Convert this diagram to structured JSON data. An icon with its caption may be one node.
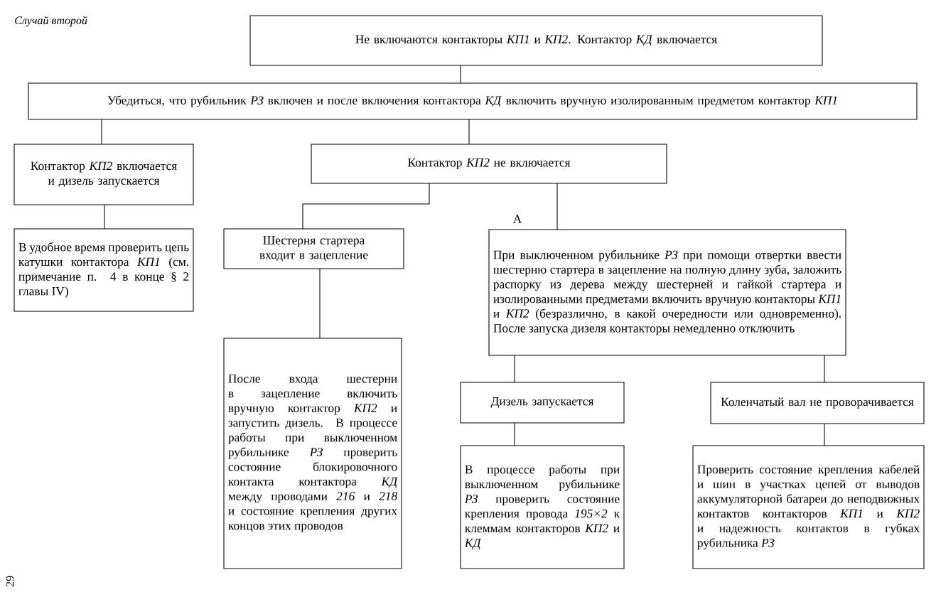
{
  "diagram": {
    "title": "Случай второй",
    "nodes": [
      {
        "text": [
          "Не включаются контакторы *КП1* и *КП2*. Контактор *КД* включается"
        ]
      },
      {
        "text": [
          "Убедиться, что рубильник *РЗ* включен и после включения контактора *КД* включить вручную изолированным предметом контактор *КП1*"
        ]
      },
      {
        "text": [
          "Контактор *КП2* включается и дизель запускается"
        ]
      },
      {
        "text": [
          "Контактор *КП2* не включается"
        ]
      },
      {
        "text": [
          "В удобное время проверить цепь катушки контактора *КП1* (см. примечание п. 4 в конце § 2 главы IV)"
        ]
      },
      {
        "text": [
          "Шестерня стартера входит в зацепление"
        ]
      },
      {
        "text": [
          "При выключенном рубильнике *РЗ* при помощи отвертки ввести шестерню стартера в зацепление на полную длину зуба, заложить распорку из дерева между шестерней и гайкой стартера и изолированными предметами включить вручную контакторы *КП1* и *КП2* (безразлично, в какой очередности или одновременно). После запуска дизеля контакторы немедленно отключить"
        ],
        "beside": [
          "А"
        ]
      },
      {
        "text": [
          "После входа шестерни в зацепление включить вручную контактор *КП2* и запустить дизель. В процессе работы при выключенном рубильнике *РЗ* проверить состояние блокировочного контакта контактора *КД* между проводами *216* и *218* и состояние крепления других концов этих проводов"
        ]
      },
      {
        "text": [
          "Дизель запускается"
        ]
      },
      {
        "text": [
          "Коленчатый вал не проворачивается"
        ]
      },
      {
        "text": [
          "В процессе работы при выключенном рубильнике *РЗ* проверить состояние крепления провода *195×2* к клеммам контакторов *КП2* и *КД*"
        ]
      },
      {
        "text": [
          "Проверить состояние крепления кабелей и шин в участках цепей от выводов аккумуляторной батареи до неподвижных контактов контакторов *КП1* и *КП2* и надежность контактов в губках рубильника *РЗ*"
        ]
      }
    ],
    "edges": [
      {
        "from": 0,
        "to": 1,
        "arrow": "none"
      },
      {
        "from": 1,
        "to": 2,
        "arrow": "none"
      },
      {
        "from": 1,
        "to": 3,
        "arrow": "none"
      },
      {
        "from": 2,
        "to": 4,
        "arrow": "none"
      },
      {
        "from": 3,
        "to": 5,
        "arrow": "none"
      },
      {
        "from": 3,
        "to": 6,
        "arrow": "none"
      },
      {
        "from": 5,
        "to": 7,
        "arrow": "none"
      },
      {
        "from": 6,
        "to": 8,
        "arrow": "none"
      },
      {
        "from": 6,
        "to": 9,
        "arrow": "none"
      },
      {
        "from": 8,
        "to": 10,
        "arrow": "none"
      },
      {
        "from": 9,
        "to": 11,
        "arrow": "none"
      }
    ],
    "labels": [
      "29"
    ]
  }
}
